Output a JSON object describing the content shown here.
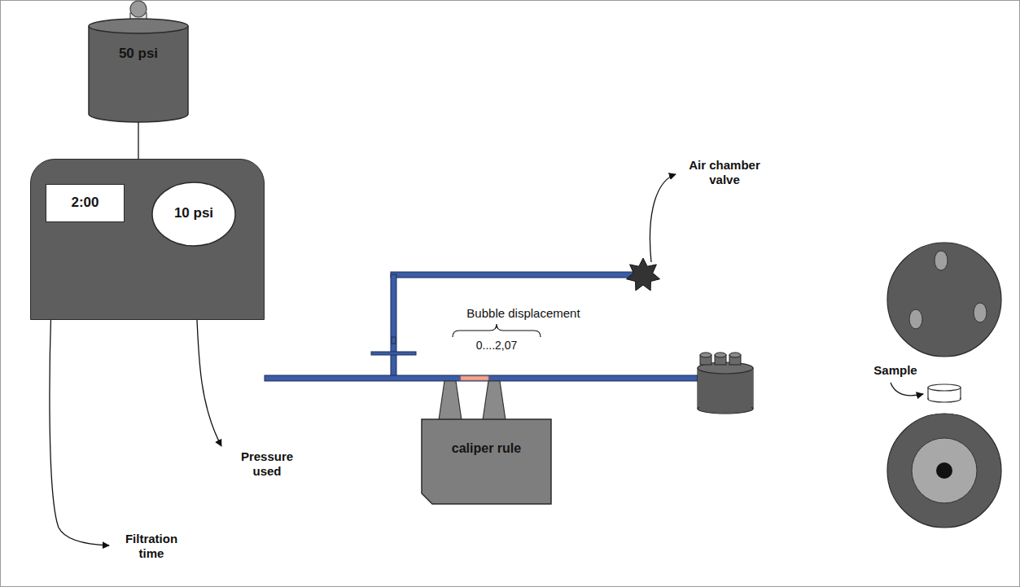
{
  "diagram": {
    "nodes": [
      {
        "text": [
          "50 psi"
        ]
      },
      {
        "text": []
      },
      {
        "text": [
          "2:00"
        ],
        "in": 1
      },
      {
        "text": [
          "10 psi"
        ],
        "in": 1
      },
      {
        "text": [
          "caliper rule"
        ]
      }
    ],
    "edges": [
      {
        "from": 0,
        "to": 1,
        "arrow": "none"
      }
    ],
    "labels": [
      "Air chamber valve",
      "Bubble displacement",
      "0....2,07",
      "Sample",
      "Pressure used",
      "Filtration time"
    ]
  }
}
